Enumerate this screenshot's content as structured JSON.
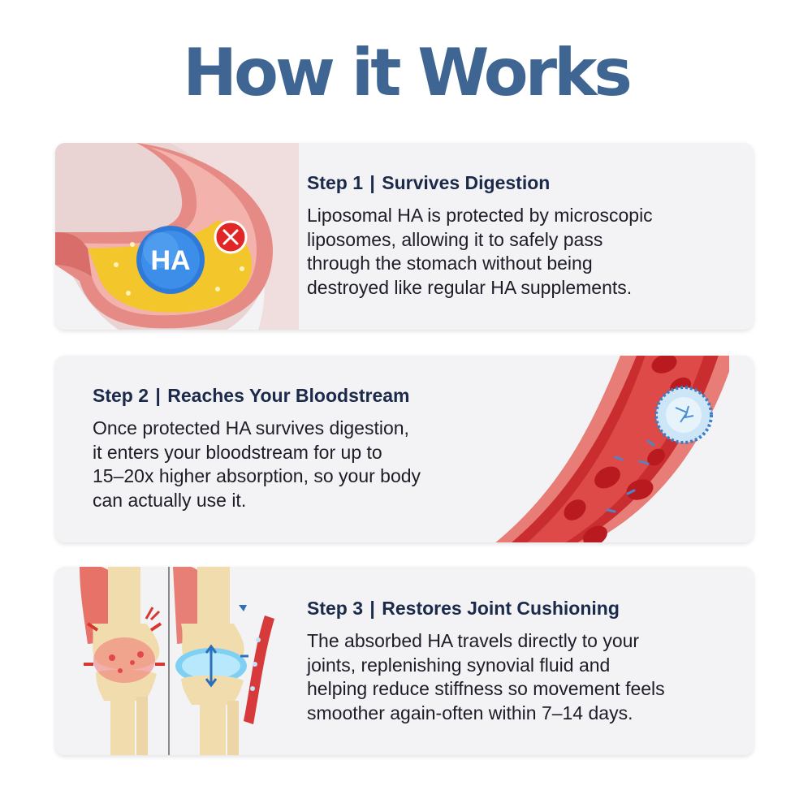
{
  "title": "How it Works",
  "steps": [
    {
      "step": "Step 1",
      "heading": "Survives Digestion",
      "lines": [
        "Liposomal HA is protected by microscopic",
        "liposomes, allowing it to safely pass",
        "through the stomach without being",
        "destroyed like regular HA supplements."
      ],
      "illustration_label": "HA"
    },
    {
      "step": "Step 2",
      "heading": "Reaches Your Bloodstream",
      "lines": [
        "Once protected HA survives digestion,",
        "it enters your bloodstream for up to",
        "15–20x higher absorption, so your body",
        "can actually use it."
      ]
    },
    {
      "step": "Step 3",
      "heading": "Restores Joint Cushioning",
      "lines": [
        "The absorbed HA travels directly to your",
        "joints, replenishing synovial fluid and",
        "helping reduce stiffness so movement feels",
        "smoother again-often within 7–14 days."
      ]
    }
  ],
  "colors": {
    "title": "#3f6693",
    "heading": "#1b2a4a",
    "card_bg": "#f3f3f6"
  }
}
